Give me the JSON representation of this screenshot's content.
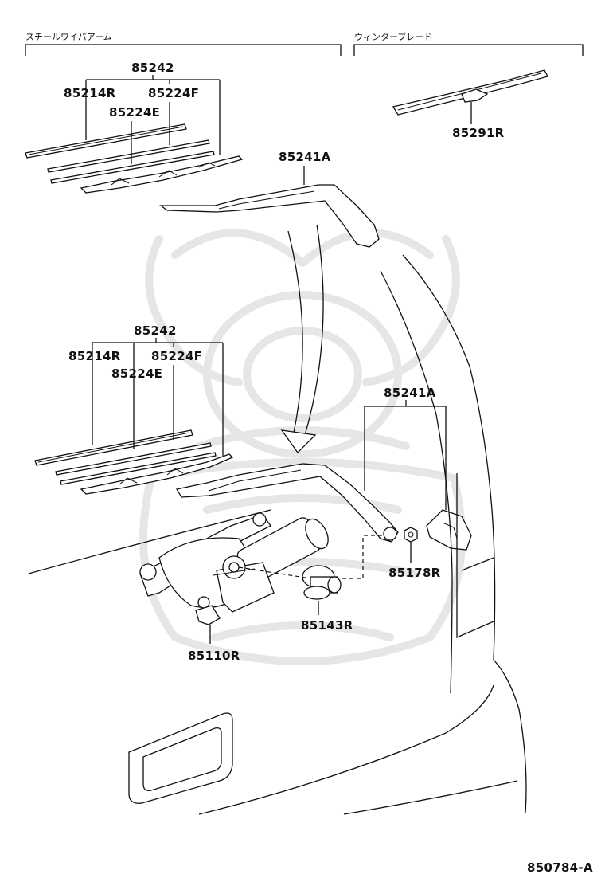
{
  "headers": {
    "steel_wiper_arm": "スチールワイパアーム",
    "winter_blade": "ウィンターブレード"
  },
  "labels": {
    "p85242_top": "85242",
    "p85214R_top": "85214R",
    "p85224F_top": "85224F",
    "p85224E_top": "85224E",
    "p85291R": "85291R",
    "p85241A_top": "85241A",
    "p85242_mid": "85242",
    "p85214R_mid": "85214R",
    "p85224F_mid": "85224F",
    "p85224E_mid": "85224E",
    "p85241A_mid": "85241A",
    "p85178R": "85178R",
    "p85143R": "85143R",
    "p85110R": "85110R"
  },
  "figure_id": "850784-A"
}
